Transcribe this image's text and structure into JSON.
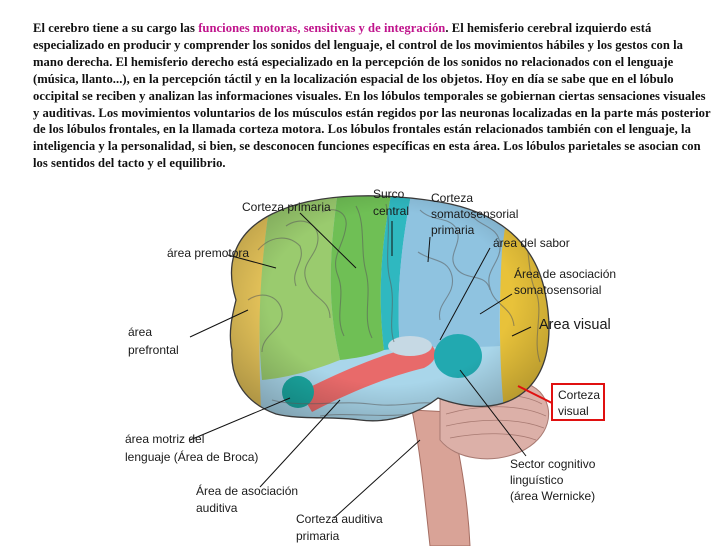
{
  "text": {
    "part1": "El cerebro tiene a su cargo las ",
    "highlight": "funciones motoras, sensitivas y de integración",
    "part2": ". El hemisferio cerebral izquierdo está especializado en producir y comprender los sonidos del lenguaje, el control de los movimientos hábiles y los gestos con la mano derecha. El hemisferio derecho está especializado en la percepción de los sonidos no relacionados con el lenguaje (música, llanto...), en la percepción táctil y en la localización espacial de los objetos. Hoy en día se sabe que en el lóbulo occipital se reciben y analizan las informaciones visuales. En los lóbulos temporales se gobiernan ciertas sensaciones visuales y auditivas. Los movimientos voluntarios de los músculos están regidos por las neuronas localizadas en la parte más posterior de los lóbulos frontales, en la llamada corteza motora. Los lóbulos frontales están relacionados también con el lenguaje, la inteligencia y la personalidad, si bien, se desconocen funciones específicas en esta área. Los lóbulos parietales se asocian con los sentidos del tacto y el equilibrio."
  },
  "labels": {
    "corteza_primaria": "Corteza primaria",
    "surco_central_1": "Surco",
    "surco_central_2": "central",
    "corteza_soma_1": "Corteza",
    "corteza_soma_2": "somatosensorial",
    "corteza_soma_3": "primaria",
    "area_premotora": "área premotora",
    "area_sabor": "área del sabor",
    "area_asoc_soma_1": "Área de asociación",
    "area_asoc_soma_2": "somatosensorial",
    "area_visual": "Area visual",
    "area_prefrontal_1": "área",
    "area_prefrontal_2": "prefrontal",
    "corteza_visual_1": "Corteza",
    "corteza_visual_2": "visual",
    "broca_1": "área motriz del",
    "broca_2": "lenguaje (Área de Broca)",
    "wernicke_1": "Sector cognitivo",
    "wernicke_2": "linguístico",
    "wernicke_3": "(área Wernicke)",
    "asoc_auditiva_1": "Área de asociación",
    "asoc_auditiva_2": "auditiva",
    "auditiva_primaria_1": "Corteza auditiva",
    "auditiva_primaria_2": "primaria"
  },
  "colors": {
    "highlight_text": "#c0148c",
    "prefrontal": "#e6c45a",
    "premotora": "#9acb6e",
    "motora_primaria": "#6fbf55",
    "surco_central": "#2fb8c0",
    "somatosensorial": "#8fc3e0",
    "visual": "#e8c23a",
    "auditiva": "#e86a6a",
    "temporal": "#a9d6ea",
    "broca": "#1aa7a0",
    "wernicke": "#22a9b0",
    "cerebelo": "#d8a8a0"
  }
}
